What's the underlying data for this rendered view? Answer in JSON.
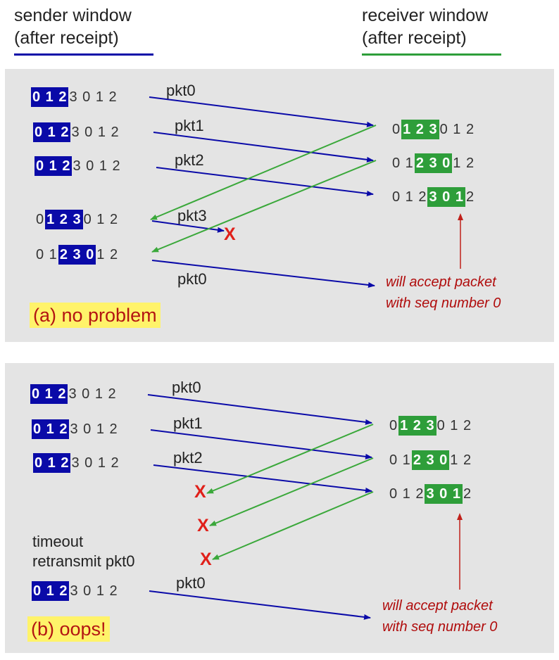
{
  "header": {
    "sender": {
      "line1": "sender window",
      "line2": "(after receipt)",
      "color": "#0a0aa8"
    },
    "receiver": {
      "line1": "receiver window",
      "line2": "(after receipt)",
      "color": "#2e9e3a"
    }
  },
  "panel_a": {
    "sender_windows": [
      {
        "pre": "",
        "hl": "0 1 2",
        "post": "3 0 1 2"
      },
      {
        "pre": "",
        "hl": "0 1 2",
        "post": "3 0 1 2"
      },
      {
        "pre": "",
        "hl": "0 1 2",
        "post": "3 0 1 2"
      },
      {
        "pre": "0",
        "hl": "1 2 3",
        "post": "0 1 2"
      },
      {
        "pre": "0 1",
        "hl": "2 3 0",
        "post": "1 2"
      }
    ],
    "receiver_windows": [
      {
        "pre": "0",
        "hl": "1 2 3",
        "post": "0 1 2"
      },
      {
        "pre": "0 1",
        "hl": "2 3 0",
        "post": "1 2"
      },
      {
        "pre": "0 1 2",
        "hl": "3 0 1",
        "post": "2"
      }
    ],
    "packets": [
      "pkt0",
      "pkt1",
      "pkt2",
      "pkt3",
      "pkt0"
    ],
    "loss_mark": "X",
    "note_line1": "will accept packet",
    "note_line2": "with seq number 0",
    "label": "(a) no problem"
  },
  "panel_b": {
    "sender_windows": [
      {
        "pre": "",
        "hl": "0 1 2",
        "post": "3 0 1 2"
      },
      {
        "pre": "",
        "hl": "0 1 2",
        "post": "3 0 1 2"
      },
      {
        "pre": "",
        "hl": "0 1 2",
        "post": "3 0 1 2"
      },
      {
        "pre": "",
        "hl": "0 1 2",
        "post": "3 0 1 2"
      }
    ],
    "receiver_windows": [
      {
        "pre": "0",
        "hl": "1 2 3",
        "post": "0 1 2"
      },
      {
        "pre": "0 1",
        "hl": "2 3 0",
        "post": "1 2"
      },
      {
        "pre": "0 1 2",
        "hl": "3 0 1",
        "post": "2"
      }
    ],
    "packets": [
      "pkt0",
      "pkt1",
      "pkt2",
      "pkt0"
    ],
    "loss_marks": [
      "X",
      "X",
      "X"
    ],
    "timeout_line1": "timeout",
    "timeout_line2": "retransmit pkt0",
    "note_line1": "will accept packet",
    "note_line2": "with seq number 0",
    "label": "(b) oops!"
  },
  "colors": {
    "sender_window": "#0a0aa8",
    "receiver_window": "#2e9e3a",
    "data_arrow": "#0a0aa8",
    "ack_arrow": "#3aa83a",
    "note_arrow": "#c0201a",
    "loss": "#e0201a",
    "label_bg": "#fff36a",
    "label_text": "#b31512",
    "panel_bg": "#e4e4e4"
  }
}
